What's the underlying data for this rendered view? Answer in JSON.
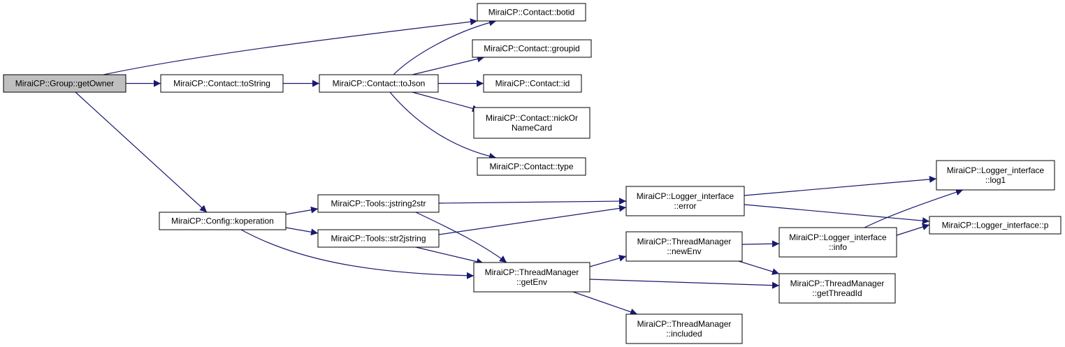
{
  "graph": {
    "nodes": [
      {
        "id": "getOwner",
        "lines": [
          "MiraiCP::Group::getOwner"
        ],
        "root": true
      },
      {
        "id": "toString",
        "lines": [
          "MiraiCP::Contact::toString"
        ]
      },
      {
        "id": "toJson",
        "lines": [
          "MiraiCP::Contact::toJson"
        ]
      },
      {
        "id": "botid",
        "lines": [
          "MiraiCP::Contact::botid"
        ]
      },
      {
        "id": "groupid",
        "lines": [
          "MiraiCP::Contact::groupid"
        ]
      },
      {
        "id": "id",
        "lines": [
          "MiraiCP::Contact::id"
        ]
      },
      {
        "id": "nickOrNameCard",
        "lines": [
          "MiraiCP::Contact::nickOr",
          "NameCard"
        ]
      },
      {
        "id": "type",
        "lines": [
          "MiraiCP::Contact::type"
        ]
      },
      {
        "id": "koperation",
        "lines": [
          "MiraiCP::Config::koperation"
        ]
      },
      {
        "id": "jstring2str",
        "lines": [
          "MiraiCP::Tools::jstring2str"
        ]
      },
      {
        "id": "str2jstring",
        "lines": [
          "MiraiCP::Tools::str2jstring"
        ]
      },
      {
        "id": "getEnv",
        "lines": [
          "MiraiCP::ThreadManager",
          "::getEnv"
        ]
      },
      {
        "id": "error",
        "lines": [
          "MiraiCP::Logger_interface",
          "::error"
        ]
      },
      {
        "id": "newEnv",
        "lines": [
          "MiraiCP::ThreadManager",
          "::newEnv"
        ]
      },
      {
        "id": "included",
        "lines": [
          "MiraiCP::ThreadManager",
          "::included"
        ]
      },
      {
        "id": "info",
        "lines": [
          "MiraiCP::Logger_interface",
          "::info"
        ]
      },
      {
        "id": "getThreadId",
        "lines": [
          "MiraiCP::ThreadManager",
          "::getThreadId"
        ]
      },
      {
        "id": "log1",
        "lines": [
          "MiraiCP::Logger_interface",
          "::log1"
        ]
      },
      {
        "id": "p",
        "lines": [
          "MiraiCP::Logger_interface::p"
        ]
      }
    ],
    "edges": [
      {
        "from": "getOwner",
        "to": "toString"
      },
      {
        "from": "getOwner",
        "to": "botid"
      },
      {
        "from": "getOwner",
        "to": "koperation"
      },
      {
        "from": "toString",
        "to": "toJson"
      },
      {
        "from": "toJson",
        "to": "botid"
      },
      {
        "from": "toJson",
        "to": "groupid"
      },
      {
        "from": "toJson",
        "to": "id"
      },
      {
        "from": "toJson",
        "to": "nickOrNameCard"
      },
      {
        "from": "toJson",
        "to": "type"
      },
      {
        "from": "koperation",
        "to": "jstring2str"
      },
      {
        "from": "koperation",
        "to": "str2jstring"
      },
      {
        "from": "koperation",
        "to": "getEnv"
      },
      {
        "from": "jstring2str",
        "to": "error"
      },
      {
        "from": "jstring2str",
        "to": "getEnv"
      },
      {
        "from": "str2jstring",
        "to": "error"
      },
      {
        "from": "str2jstring",
        "to": "getEnv"
      },
      {
        "from": "error",
        "to": "log1"
      },
      {
        "from": "error",
        "to": "p"
      },
      {
        "from": "getEnv",
        "to": "newEnv"
      },
      {
        "from": "getEnv",
        "to": "getThreadId"
      },
      {
        "from": "getEnv",
        "to": "included"
      },
      {
        "from": "newEnv",
        "to": "info"
      },
      {
        "from": "newEnv",
        "to": "getThreadId"
      },
      {
        "from": "info",
        "to": "log1"
      },
      {
        "from": "info",
        "to": "p"
      }
    ]
  }
}
